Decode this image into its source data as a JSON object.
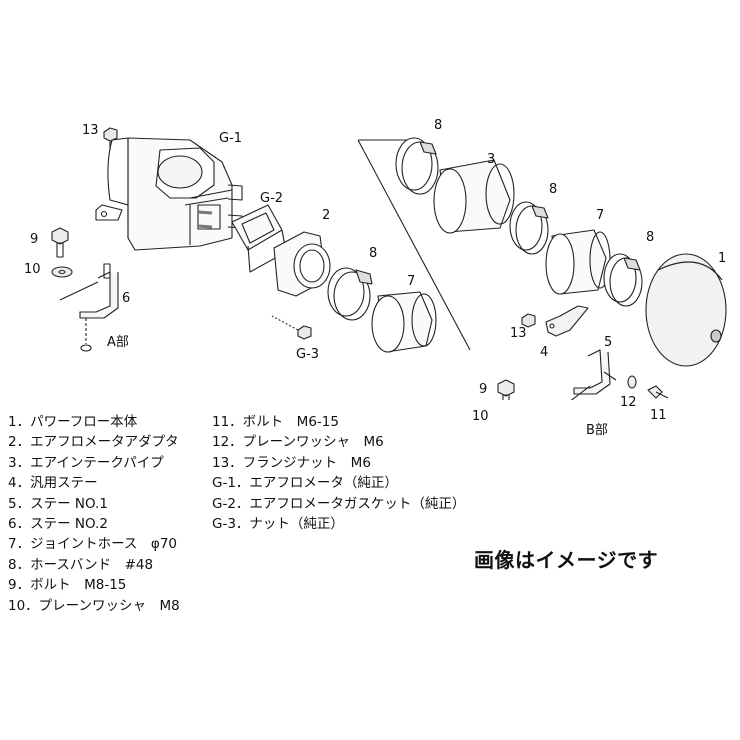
{
  "callouts": {
    "c13a": "13",
    "cG1": "G-1",
    "cG2": "G-2",
    "c2": "2",
    "c9a": "9",
    "c10a": "10",
    "c6": "6",
    "cA": "A部",
    "c8a": "8",
    "c7a": "7",
    "cG3": "G-3",
    "c8b": "8",
    "c3": "3",
    "c8c": "8",
    "c7b": "7",
    "c8d": "8",
    "c1": "1",
    "c13b": "13",
    "c4": "4",
    "c5": "5",
    "c9b": "9",
    "c10b": "10",
    "c12": "12",
    "c11": "11",
    "cB": "B部"
  },
  "legend_left": [
    "1．パワーフロー本体",
    "2．エアフロメータアダプタ",
    "3．エアインテークパイプ",
    "4．汎用ステー",
    "5．ステー NO.1",
    "6．ステー NO.2",
    "7．ジョイントホース　φ70",
    "8．ホースバンド　#48",
    "9．ボルト　M8-15",
    "10．プレーンワッシャ　M8"
  ],
  "legend_right": [
    "11．ボルト　M6-15",
    "12．プレーンワッシャ　M6",
    "13．フランジナット　M6",
    "G-1．エアフロメータ（純正）",
    "G-2．エアフロメータガスケット（純正）",
    "G-3．ナット（純正）"
  ],
  "note": "画像はイメージです"
}
